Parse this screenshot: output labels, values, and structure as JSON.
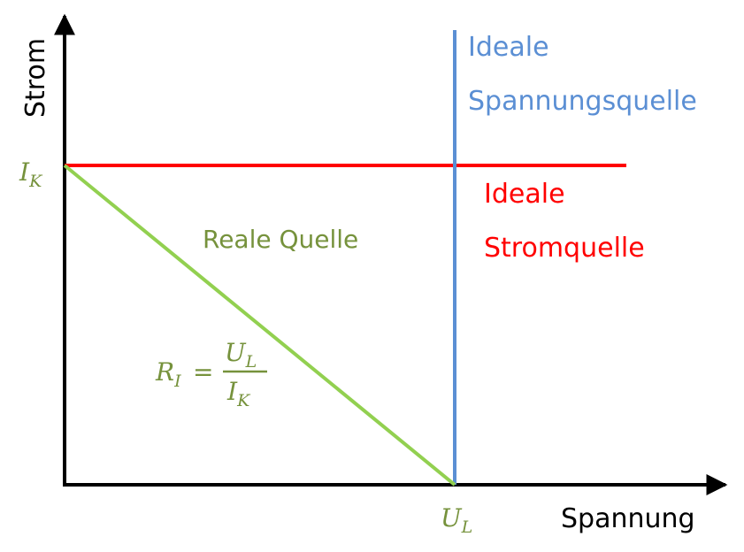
{
  "chart_data": {
    "type": "line",
    "title": "",
    "xlabel": "Spannung",
    "ylabel": "Strom",
    "x_tick_labels": [
      {
        "main": "U",
        "sub": "L"
      }
    ],
    "y_tick_labels": [
      {
        "main": "I",
        "sub": "K"
      }
    ],
    "xlim": [
      0,
      1.4
    ],
    "ylim": [
      0,
      1.3
    ],
    "series": [
      {
        "name": "Ideale Stromquelle",
        "label_lines": [
          "Ideale",
          "Stromquelle"
        ],
        "color": "#ff0000",
        "x": [
          0,
          1.45
        ],
        "y": [
          1,
          1
        ]
      },
      {
        "name": "Ideale Spannungsquelle",
        "label_lines": [
          "Ideale",
          "Spannungsquelle"
        ],
        "color": "#5b8fd4",
        "x": [
          1,
          1
        ],
        "y": [
          0,
          1.45
        ]
      },
      {
        "name": "Reale Quelle",
        "label_lines": [
          "Reale Quelle"
        ],
        "color": "#92d050",
        "label_color": "#76923c",
        "x": [
          0,
          1
        ],
        "y": [
          1,
          0
        ]
      }
    ],
    "annotations": [
      {
        "text_parts": [
          "R",
          "I",
          "=",
          "U",
          "L",
          "I",
          "K"
        ],
        "description": "R_I = U_L / I_K",
        "color": "#76923c"
      }
    ],
    "grid": false,
    "legend": "none"
  }
}
